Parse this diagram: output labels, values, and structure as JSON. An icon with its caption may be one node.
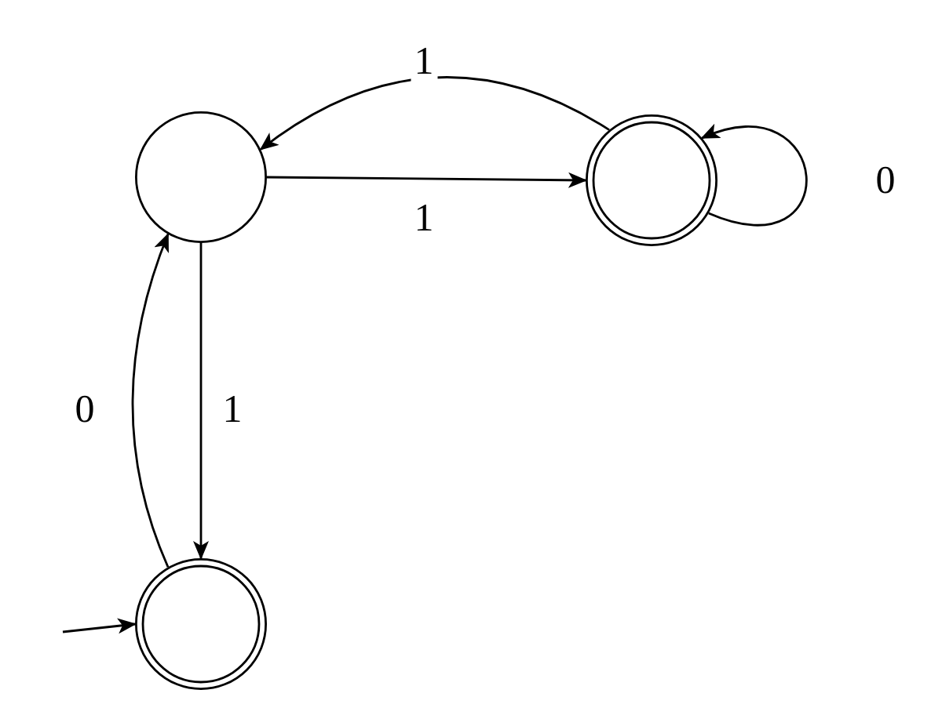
{
  "diagram": {
    "nodes": [
      {
        "text": [],
        "shape": "circle"
      },
      {
        "text": [],
        "shape": "doublecircle"
      },
      {
        "text": [],
        "shape": "doublecircle"
      }
    ],
    "edges": [
      {
        "from": 0,
        "to": 1,
        "arrow": "to",
        "label": "1"
      },
      {
        "from": 1,
        "to": 0,
        "arrow": "to",
        "label": "1"
      },
      {
        "from": 1,
        "to": 1,
        "arrow": "to",
        "label": "0"
      },
      {
        "from": 0,
        "to": 2,
        "arrow": "to",
        "label": "1"
      },
      {
        "from": 2,
        "to": 0,
        "arrow": "to",
        "label": "0"
      },
      {
        "from": null,
        "to": 2,
        "arrow": "to"
      }
    ]
  }
}
